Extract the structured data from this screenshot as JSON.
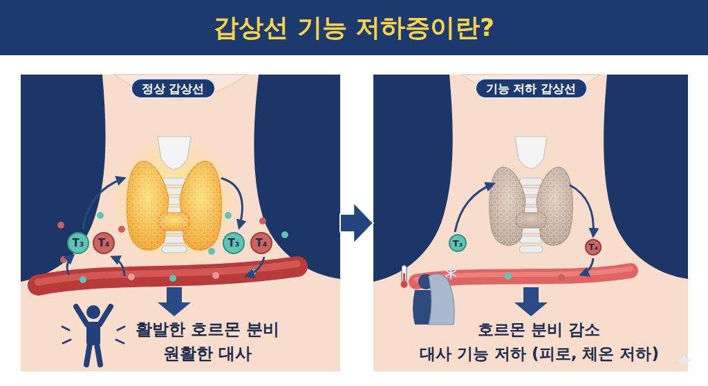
{
  "diagram": {
    "title": "갑상선 기능 저하증이란?",
    "nodes": [
      {
        "text": [
          "활발한 호르몬 분비",
          "원활한 대사"
        ]
      },
      {
        "text": [
          "정상 갑상선"
        ],
        "in": 0
      },
      {
        "text": [
          "T₃"
        ],
        "in": 0
      },
      {
        "text": [
          "T₄"
        ],
        "in": 0
      },
      {
        "text": [
          "T₃"
        ],
        "in": 0
      },
      {
        "text": [
          "T₄"
        ],
        "in": 0
      },
      {
        "text": [
          "호르몬 분비 감소",
          "대사 기능 저하 (피로, 체온 저하)"
        ]
      },
      {
        "text": [
          "기능 저하 갑상선"
        ],
        "in": 6
      },
      {
        "text": [
          "T₃"
        ],
        "in": 6
      },
      {
        "text": [
          "T₄"
        ],
        "in": 6
      }
    ],
    "edges": [
      {
        "from": 0,
        "to": 6,
        "arrow": "to"
      }
    ]
  }
}
